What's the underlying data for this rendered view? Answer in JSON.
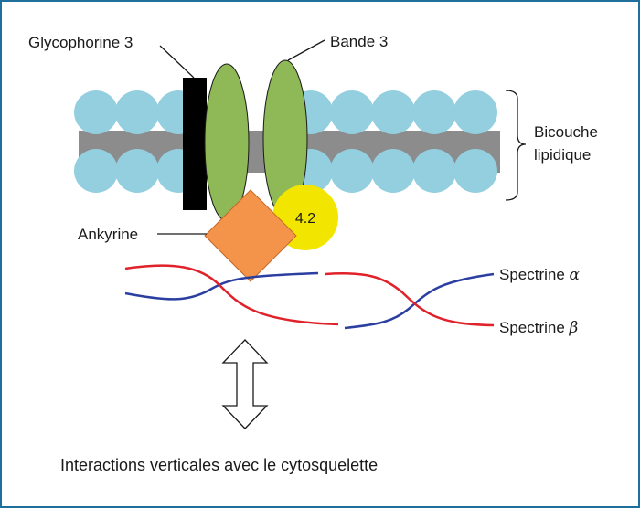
{
  "labels": {
    "glycophorin": "Glycophorine 3",
    "band3": "Bande 3",
    "bilayer_line1": "Bicouche",
    "bilayer_line2": "lipidique",
    "ankyrin": "Ankyrine",
    "protein42": "4.2",
    "spectrin_alpha_text": "Spectrine ",
    "spectrin_alpha_greek": "α",
    "spectrin_beta_text": "Spectrine ",
    "spectrin_beta_greek": "β",
    "caption": "Interactions verticales avec le cytosquelette"
  },
  "colors": {
    "border": "#1f6f9c",
    "lipid_head": "#93cfdf",
    "lipid_tail": "#8c8c8c",
    "glycophorin": "#000000",
    "band3": "#8fb857",
    "ankyrin": "#f3944a",
    "protein42": "#f2e600",
    "spectrin_alpha": "#2b3fa1",
    "spectrin_beta": "#e0222b"
  }
}
